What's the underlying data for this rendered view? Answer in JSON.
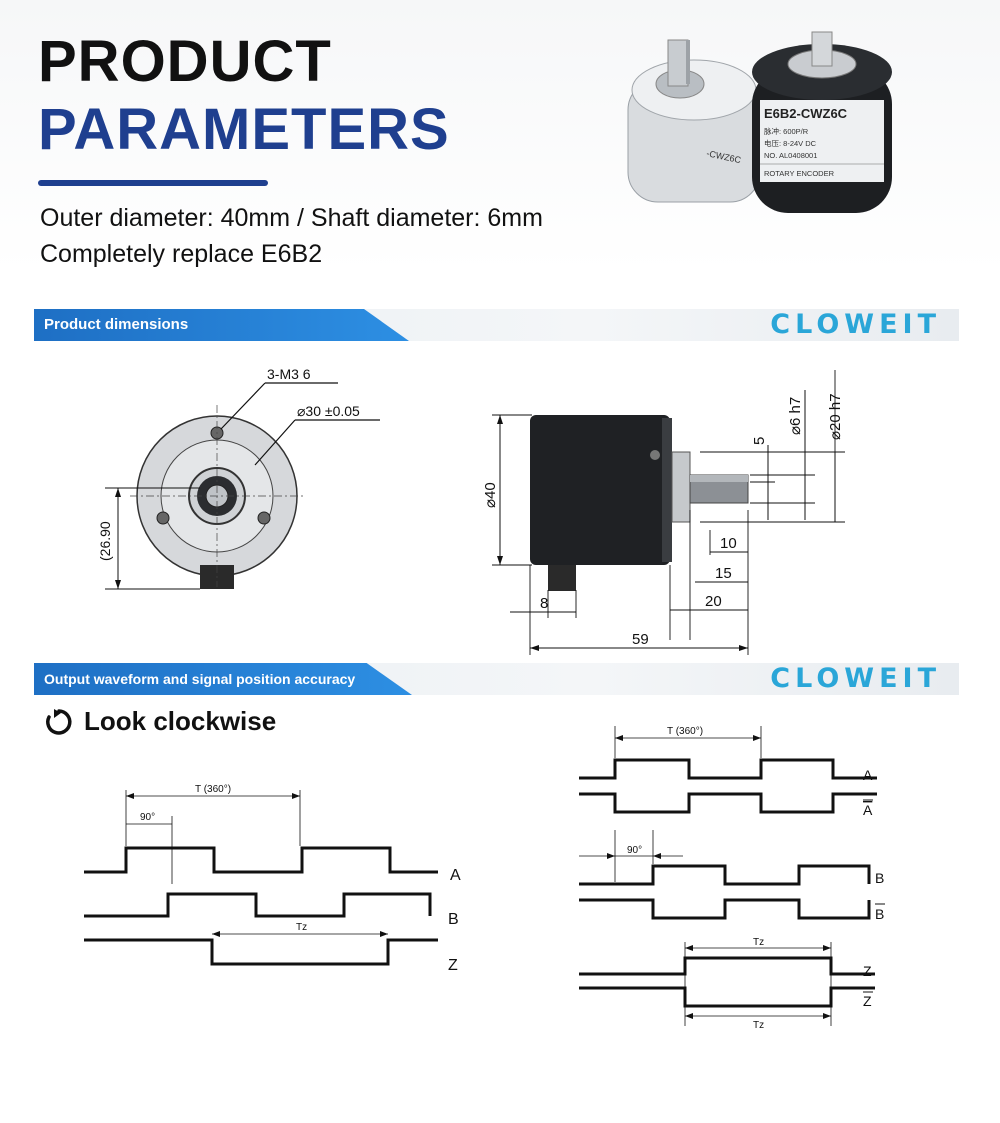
{
  "header": {
    "title_line1": "PRODUCT",
    "title_line2": "PARAMETERS",
    "spec_line1": "Outer diameter: 40mm / Shaft diameter: 6mm",
    "spec_line2": "Completely replace E6B2"
  },
  "product_photo": {
    "model_label": "E6B2-CWZ6C",
    "label_line1": "脉冲: 600P/R",
    "label_line2": "电压: 8-24V DC",
    "label_line3": "NO. AL0408001",
    "label_line4": "ROTARY ENCODER",
    "small_label_model": "-CWZ6C"
  },
  "sections": {
    "dimensions": {
      "label": "Product dimensions",
      "brand": "CLOWEIT"
    },
    "waveform": {
      "label": "Output waveform and signal position accuracy",
      "brand": "CLOWEIT"
    }
  },
  "front_view": {
    "screw_label": "3-M3  6",
    "bolt_circle_label": "⌀30 ±0.05",
    "height_label": "(26.90"
  },
  "side_view": {
    "body_diameter": "⌀40",
    "shaft_diameter": "⌀6 h7",
    "boss_diameter": "⌀20 h7",
    "flat_depth": "5",
    "flat_length": "10",
    "shaft_length": "15",
    "boss_length": "20",
    "connector_width": "8",
    "total_length": "59"
  },
  "waveform": {
    "direction_label": "Look clockwise",
    "left": {
      "period_label": "T (360°)",
      "phase_label": "90°",
      "tz_label": "Tz",
      "channel_a": "A",
      "channel_b": "B",
      "channel_z": "Z"
    },
    "right": {
      "period_label": "T (360°)",
      "phase_label": "90°",
      "tz_label": "Tz",
      "channel_a": "A",
      "channel_a_bar": "A",
      "channel_b": "B",
      "channel_b_bar": "B",
      "channel_z": "Z",
      "channel_z_bar": "Z"
    }
  },
  "colors": {
    "title_blue": "#1f3f8f",
    "banner_blue": "#1e6fc4",
    "brand_cyan": "#2aa6d8"
  }
}
